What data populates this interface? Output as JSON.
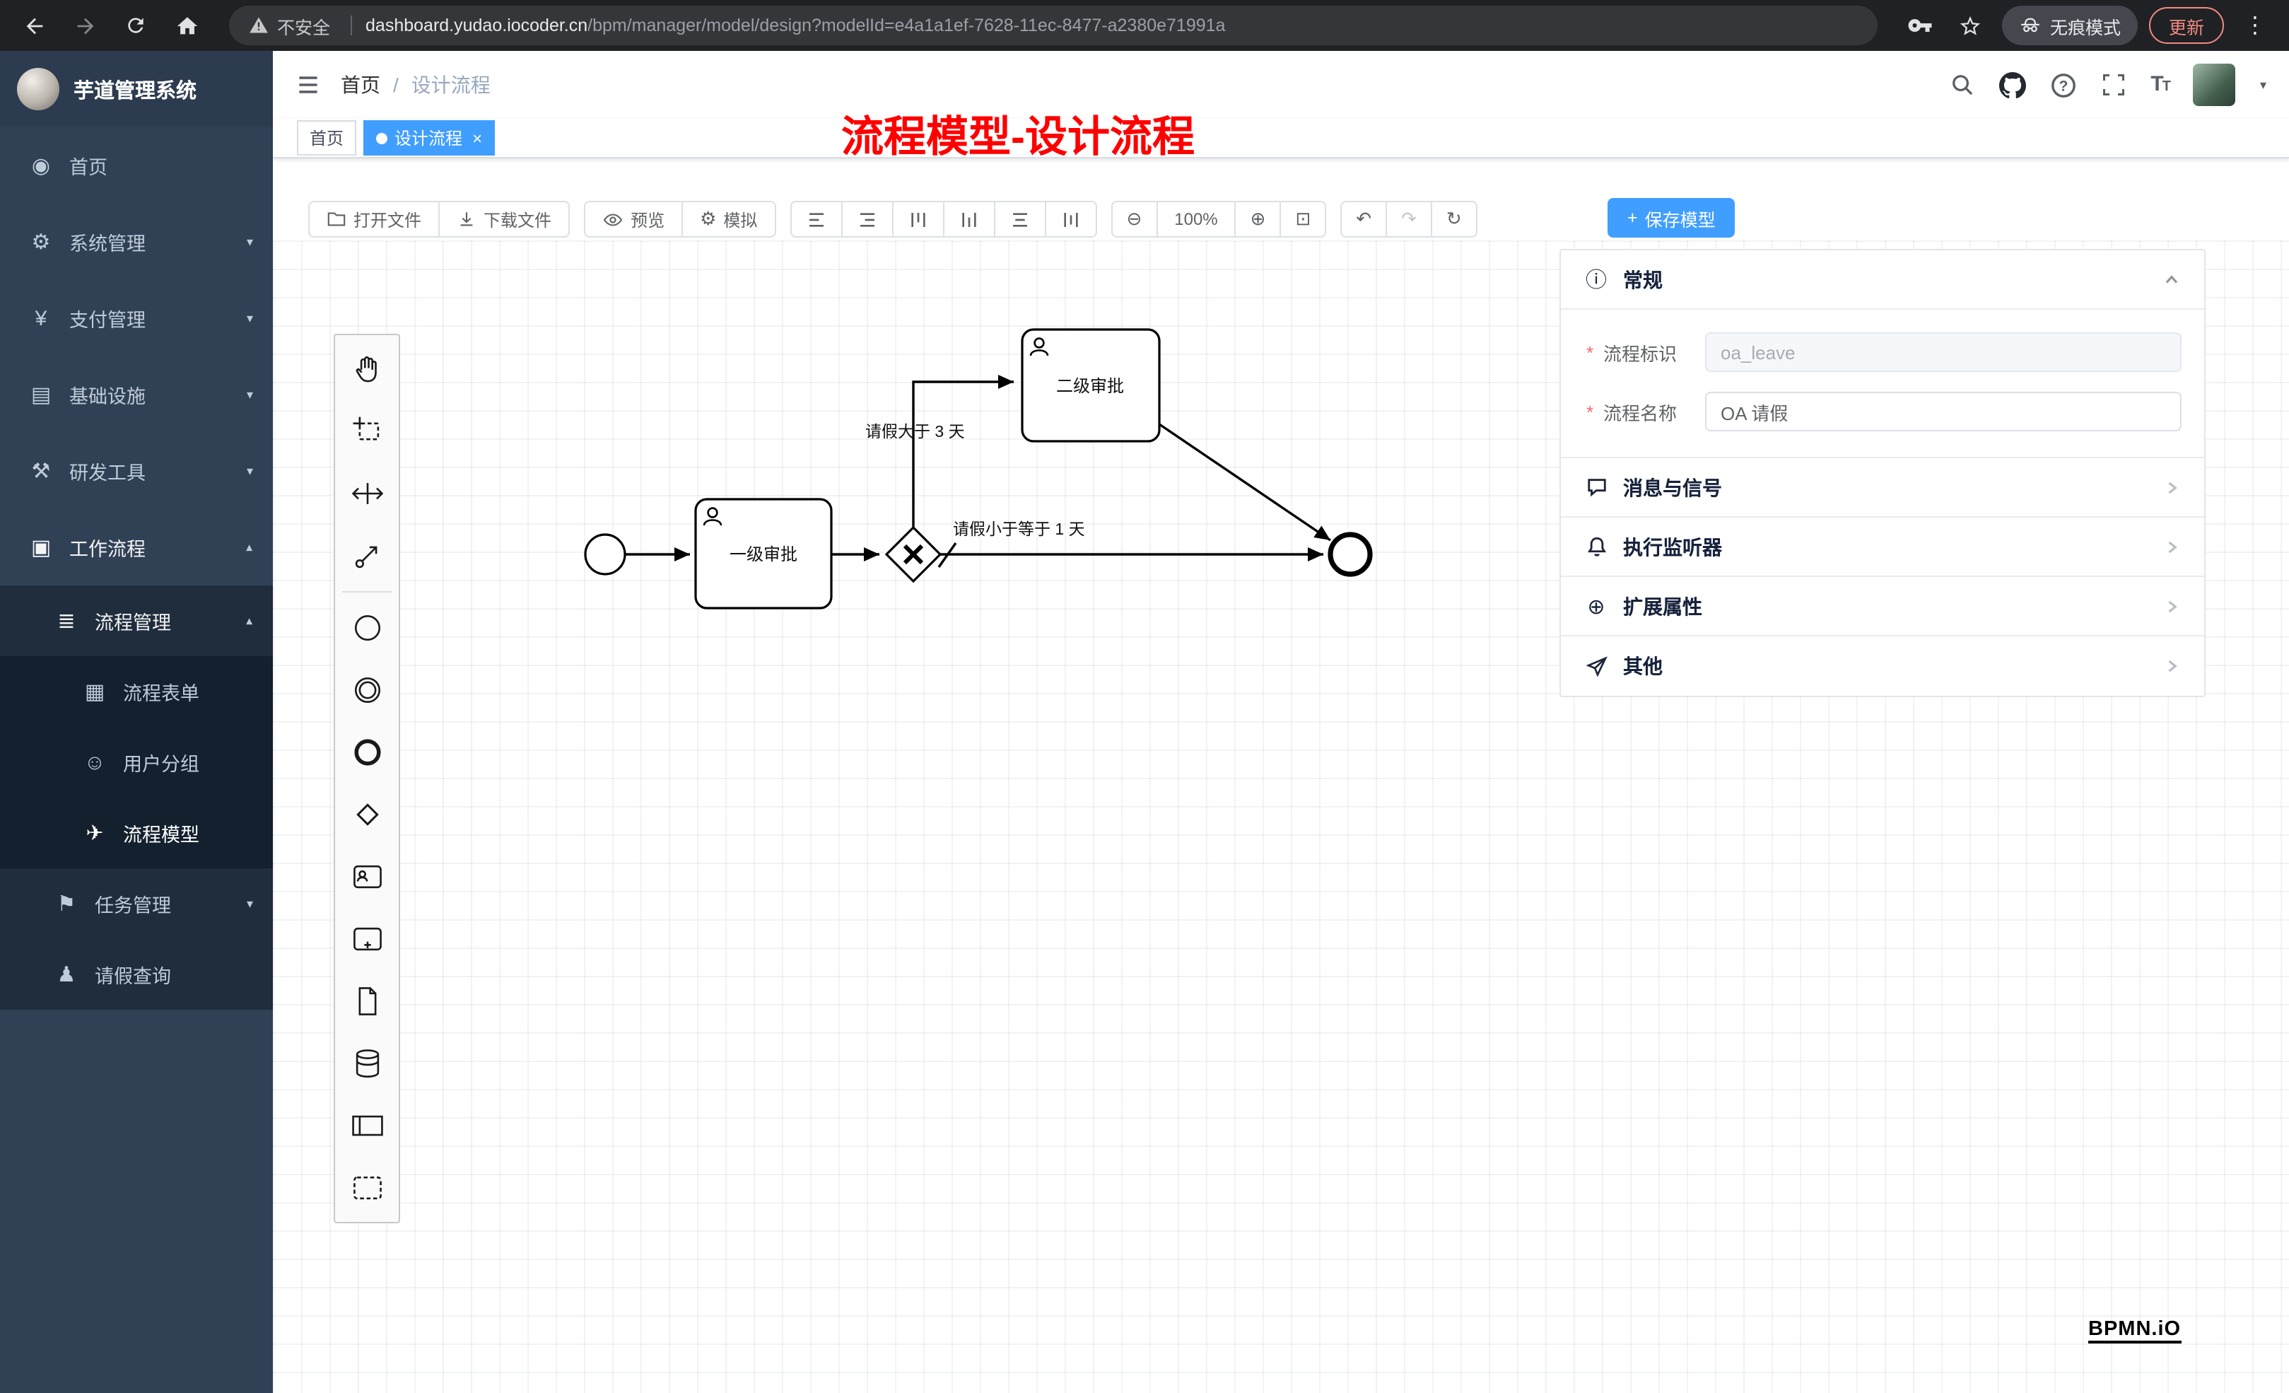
{
  "browser": {
    "security_label": "不安全",
    "url_host": "dashboard.yudao.iocoder.cn",
    "url_path": "/bpm/manager/model/design?modelId=e4a1a1ef-7628-11ec-8477-a2380e71991a",
    "incognito_label": "无痕模式",
    "update_label": "更新"
  },
  "icons": {
    "menu_dots": "⋮",
    "question": "?",
    "font_big": "T",
    "font_small": "T",
    "caret_down": "▾",
    "breadcrumb_sep": "/",
    "close": "×",
    "plus": "+",
    "gear": "⚙",
    "zoom_out": "⊖",
    "zoom_in": "⊕",
    "fit": "⊡",
    "undo": "↶",
    "redo": "↷",
    "refresh": "↻",
    "info": "ⓘ",
    "plus_circle": "⊕"
  },
  "sidebar": {
    "logo_title": "芋道管理系统",
    "items": [
      {
        "label": "首页",
        "icon": "◉"
      },
      {
        "label": "系统管理",
        "icon": "⚙"
      },
      {
        "label": "支付管理",
        "icon": "¥"
      },
      {
        "label": "基础设施",
        "icon": "▤"
      },
      {
        "label": "研发工具",
        "icon": "⚒"
      },
      {
        "label": "工作流程",
        "icon": "▣"
      },
      {
        "label": "流程管理",
        "icon": "≣"
      },
      {
        "label": "流程表单",
        "icon": "▦"
      },
      {
        "label": "用户分组",
        "icon": "☺"
      },
      {
        "label": "流程模型",
        "icon": "✈"
      },
      {
        "label": "任务管理",
        "icon": "⚑"
      },
      {
        "label": "请假查询",
        "icon": "♟"
      }
    ]
  },
  "header": {
    "breadcrumb_home": "首页",
    "breadcrumb_current": "设计流程",
    "annotation": "流程模型-设计流程"
  },
  "tabs": {
    "home": "首页",
    "active": "设计流程"
  },
  "toolbar": {
    "open": "打开文件",
    "download": "下载文件",
    "preview": "预览",
    "simulate": "模拟",
    "zoom_level": "100%",
    "save": "保存模型"
  },
  "diagram": {
    "task1": "一级审批",
    "task2": "二级审批",
    "cond_gt": "请假大于 3 天",
    "cond_le": "请假小于等于 1 天"
  },
  "panel": {
    "general_title": "常规",
    "field_key_label": "流程标识",
    "field_key_value": "oa_leave",
    "field_name_label": "流程名称",
    "field_name_value": "OA 请假",
    "sections": [
      {
        "label": "消息与信号"
      },
      {
        "label": "执行监听器"
      },
      {
        "label": "扩展属性"
      },
      {
        "label": "其他"
      }
    ]
  },
  "watermark": "BPMN.iO"
}
